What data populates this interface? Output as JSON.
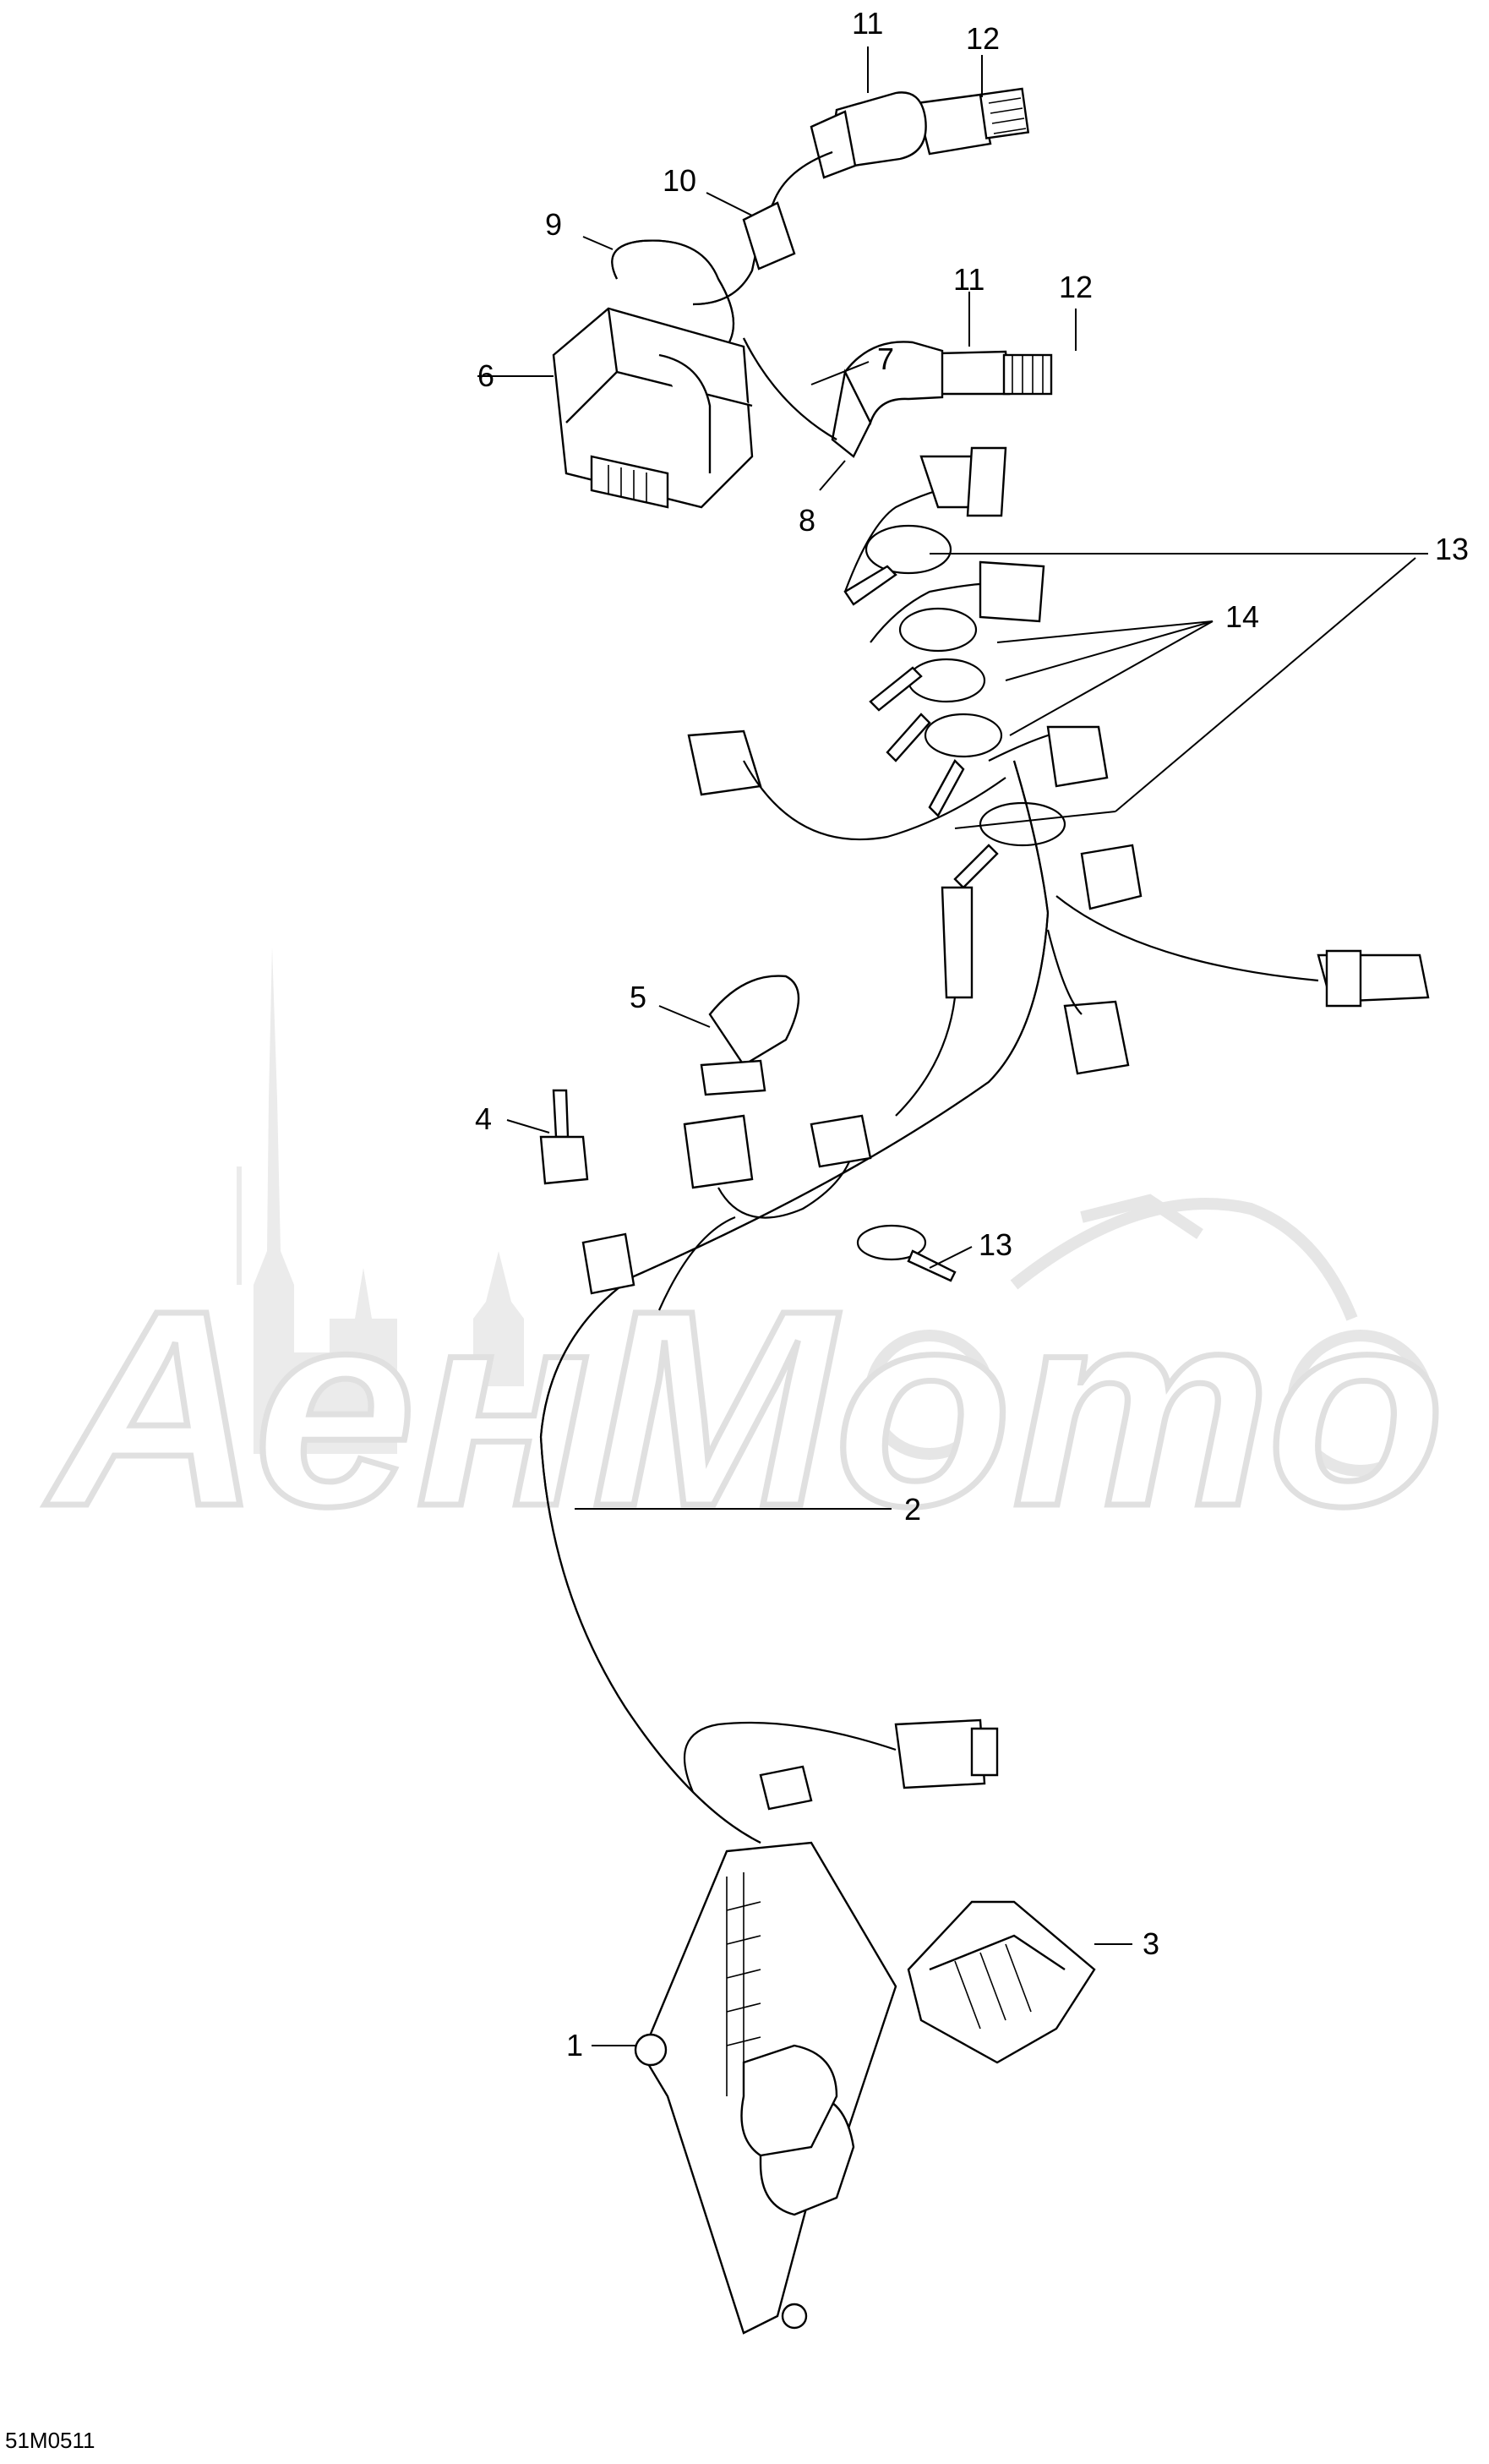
{
  "drawing_code": "51M0511",
  "watermark": {
    "text": "АенМото",
    "color": "#e3e3e3"
  },
  "callouts": [
    {
      "id": "c1",
      "label": "1"
    },
    {
      "id": "c2",
      "label": "2"
    },
    {
      "id": "c3",
      "label": "3"
    },
    {
      "id": "c4",
      "label": "4"
    },
    {
      "id": "c5",
      "label": "5"
    },
    {
      "id": "c6",
      "label": "6"
    },
    {
      "id": "c7",
      "label": "7"
    },
    {
      "id": "c8",
      "label": "8"
    },
    {
      "id": "c9",
      "label": "9"
    },
    {
      "id": "c10",
      "label": "10"
    },
    {
      "id": "c11a",
      "label": "11"
    },
    {
      "id": "c12a",
      "label": "12"
    },
    {
      "id": "c11b",
      "label": "11"
    },
    {
      "id": "c12b",
      "label": "12"
    },
    {
      "id": "c13a",
      "label": "13"
    },
    {
      "id": "c14",
      "label": "14"
    },
    {
      "id": "c13b",
      "label": "13"
    }
  ]
}
